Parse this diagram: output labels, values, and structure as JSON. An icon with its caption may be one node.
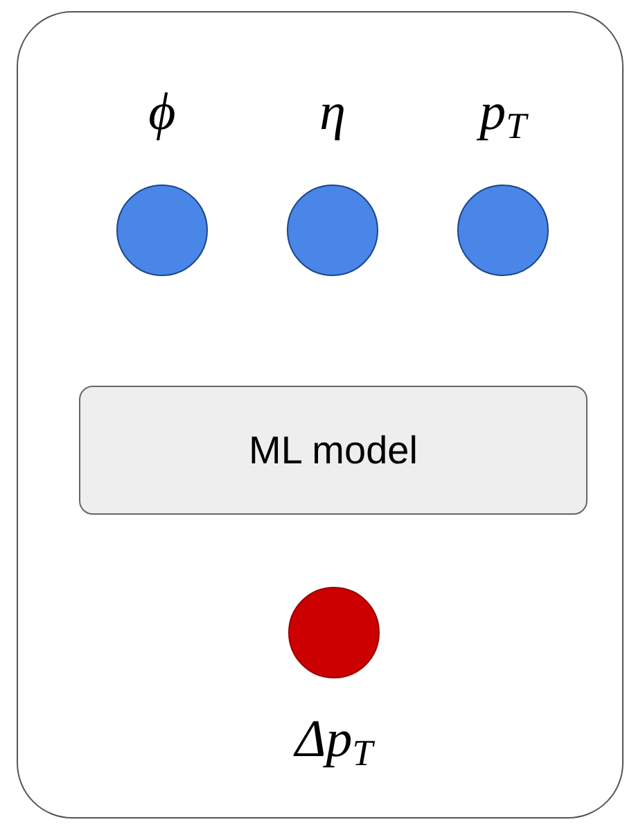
{
  "diagram": {
    "nodes": [
      {
        "text": [],
        "shape": "box"
      },
      {
        "text": [
          "ϕ"
        ],
        "in": 0
      },
      {
        "text": [
          "η"
        ],
        "in": 0
      },
      {
        "text": [
          "p$_{T}$"
        ],
        "in": 0
      },
      {
        "text": [
          "ML model"
        ],
        "in": 0
      },
      {
        "text": [
          "Δp$_{T}$"
        ],
        "in": 0
      }
    ]
  }
}
